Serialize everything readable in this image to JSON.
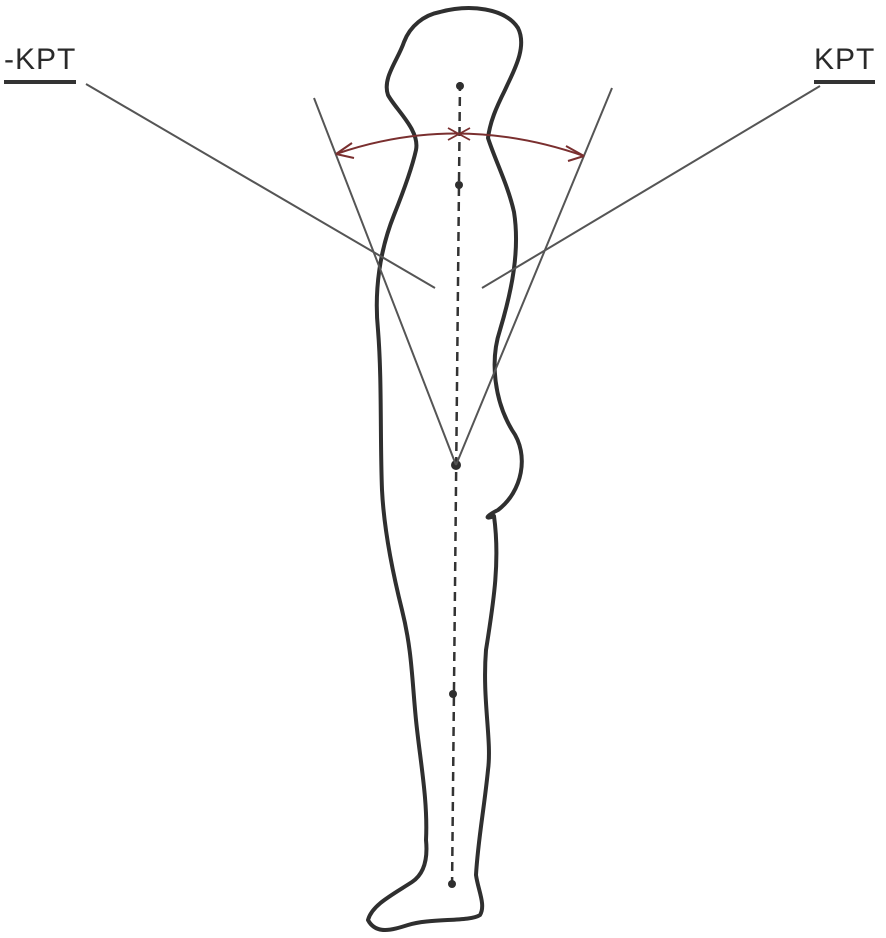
{
  "labels": {
    "negative": "-KPT",
    "positive": "KPT"
  },
  "colors": {
    "outline": "#2f2f2f",
    "lines": "#555555",
    "arc": "#7a2f2f",
    "background": "#ffffff"
  },
  "icons": {
    "body": "human-silhouette-side-view",
    "arc": "double-headed-curved-arrow"
  }
}
